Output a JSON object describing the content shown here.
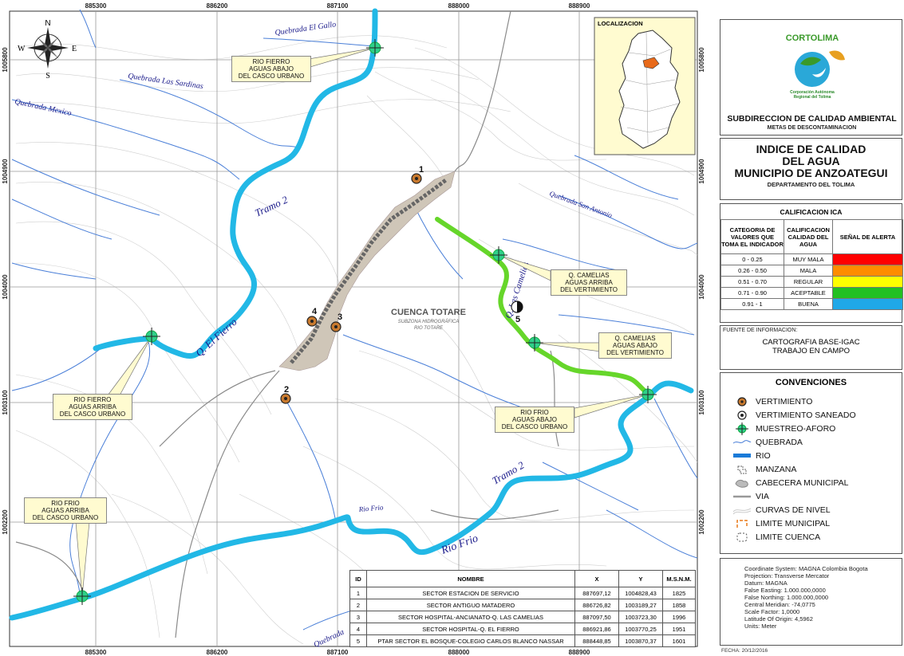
{
  "map": {
    "grid_top_labels": [
      "885300",
      "886200",
      "887100",
      "888000",
      "888900"
    ],
    "grid_bottom_labels": [
      "885300",
      "886200",
      "887100",
      "888000",
      "888900"
    ],
    "grid_left_labels": [
      "1005800",
      "1004900",
      "1004000",
      "1003100",
      "1002200"
    ],
    "grid_right_labels": [
      "1005800",
      "1004900",
      "1004000",
      "1003100",
      "1002200"
    ],
    "compass": {
      "n": "N",
      "s": "S",
      "e": "E",
      "w": "W"
    },
    "streams": [
      "Quebrada El Gallo",
      "Quebrada Las Sardinas",
      "Quebrada Mexico",
      "Quebrada San Antonio",
      "Q. Las Camelias",
      "Rio Frio",
      "Quebrada"
    ],
    "rivers": {
      "tramo2_fierro": "Tramo 2",
      "q_el_fierro": "Q. El Fierro",
      "tramo2_frio": "Tramo 2",
      "rio_frio": "Rio Frio"
    },
    "basin": {
      "title": "CUENCA TOTARE",
      "line1": "SUBZONA HIDROGRÁFICA",
      "line2": "RIO TOTARE"
    },
    "points": [
      "1",
      "2",
      "3",
      "4",
      "5"
    ],
    "callouts": {
      "fierro_abajo": [
        "RIO FIERRO",
        "AGUAS ABAJO",
        "DEL CASCO URBANO"
      ],
      "fierro_arriba": [
        "RIO FIERRO",
        "AGUAS ARRIBA",
        "DEL CASCO URBANO"
      ],
      "camelias_arriba": [
        "Q. CAMELIAS",
        "AGUAS ARRIBA",
        "DEL VERTIMIENTO"
      ],
      "camelias_abajo": [
        "Q. CAMELIAS",
        "AGUAS ABAJO",
        "DEL VERTIMIENTO"
      ],
      "frio_abajo": [
        "RIO FRIO",
        "AGUAS ABAJO",
        "DEL CASCO URBANO"
      ],
      "frio_arriba": [
        "RIO FRIO",
        "AGUAS ARRIBA",
        "DEL CASCO  URBANO"
      ]
    },
    "localizacion": "LOCALIZACION"
  },
  "table": {
    "headers": [
      "ID",
      "NOMBRE",
      "X",
      "Y",
      "M.S.N.M."
    ],
    "rows": [
      [
        "1",
        "SECTOR ESTACION DE SERVICIO",
        "887697,12",
        "1004828,43",
        "1825"
      ],
      [
        "2",
        "SECTOR ANTIGUO MATADERO",
        "886726,82",
        "1003189,27",
        "1858"
      ],
      [
        "3",
        "SECTOR HOSPITAL-ANCIANATO-Q. LAS CAMELIAS",
        "887097,50",
        "1003723,30",
        "1996"
      ],
      [
        "4",
        "SECTOR HOSPITAL-Q. EL FIERRO",
        "886921,86",
        "1003770,25",
        "1951"
      ],
      [
        "5",
        "PTAR SECTOR EL BOSQUE-COLEGIO CARLOS BLANCO NASSAR",
        "888448,85",
        "1003870,37",
        "1601"
      ]
    ]
  },
  "panel": {
    "logo_text": "CORTOLIMA",
    "logo_sub1": "Corporación Autónoma",
    "logo_sub2": "Regional del Tolima",
    "sub1": "SUBDIRECCION DE CALIDAD AMBIENTAL",
    "sub2": "METAS DE DESCONTAMINACION",
    "title1": "INDICE DE CALIDAD",
    "title2": "DEL AGUA",
    "title3": "MUNICIPIO DE  ANZOATEGUI",
    "title4": "DEPARTAMENTO DEL TOLIMA",
    "ica_title": "CALIFICACION ICA",
    "ica_headers": [
      "CATEGORIA DE VALORES QUE TOMA EL INDICADOR",
      "CALIFICACION CALIDAD DEL AGUA",
      "SEÑAL DE ALERTA"
    ],
    "ica_rows": [
      {
        "range": "0 - 0.25",
        "label": "MUY MALA",
        "color": "#ff0000"
      },
      {
        "range": "0.26 - 0.50",
        "label": "MALA",
        "color": "#ff8c00"
      },
      {
        "range": "0.51 - 0.70",
        "label": "REGULAR",
        "color": "#ffff00"
      },
      {
        "range": "0.71 - 0.90",
        "label": "ACEPTABLE",
        "color": "#22c022"
      },
      {
        "range": "0.91 - 1",
        "label": "BUENA",
        "color": "#1fa8e8"
      }
    ],
    "fuente_label": "FUENTE DE INFORMACION:",
    "fuente1": "CARTOGRAFIA BASE-IGAC",
    "fuente2": "TRABAJO EN CAMPO",
    "conv_title": "CONVENCIONES",
    "conv_items": [
      "VERTIMIENTO",
      "VERTIMIENTO SANEADO",
      "MUESTREO-AFORO",
      "QUEBRADA",
      "RIO",
      "MANZANA",
      "CABECERA MUNICIPAL",
      "VIA",
      "CURVAS DE NIVEL",
      "LIMITE MUNICIPAL",
      "LIMITE CUENCA"
    ],
    "proj": [
      "Coordinate System: MAGNA Colombia Bogota",
      "Projection: Transverse Mercator",
      "Datum: MAGNA",
      "False Easting: 1.000.000,0000",
      "False Northing: 1.000.000,0000",
      "Central Meridian: -74,0775",
      "Scale Factor: 1,0000",
      "Latitude Of Origin: 4,5962",
      "Units: Meter"
    ],
    "fecha": "FECHA: 20/12/2016"
  },
  "colors": {
    "river": "#22b8e6",
    "stream": "#4a7fd8",
    "camelias": "#66d62a",
    "road": "#888888",
    "callout": "#fffbd0"
  }
}
